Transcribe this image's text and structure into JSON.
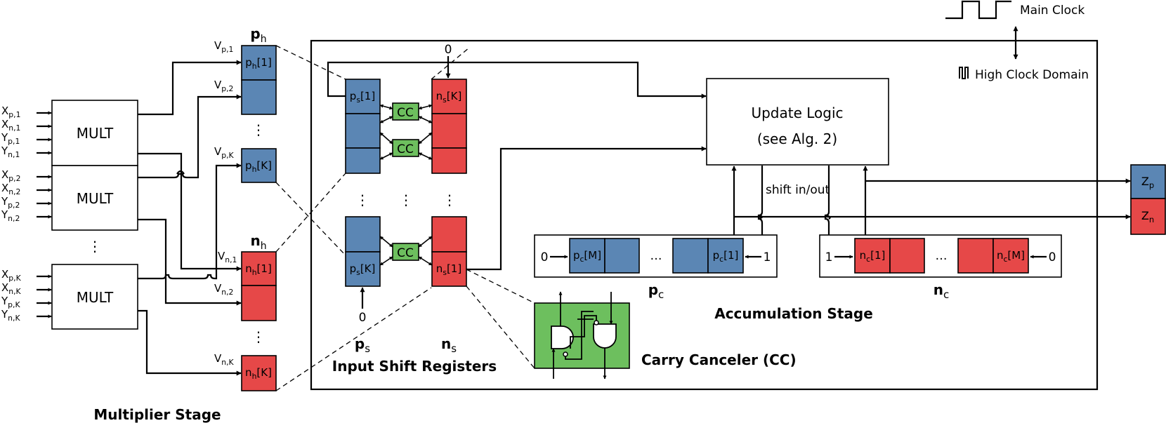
{
  "colors": {
    "positive": "#5b86b4",
    "negative": "#e64848",
    "cc": "#6dbf5e",
    "stroke": "#000000",
    "background": "#ffffff"
  },
  "clock": {
    "main_clock": "Main Clock",
    "high_clock_domain": "High Clock Domain"
  },
  "multiplier": {
    "stage_label": "Multiplier Stage",
    "mult_label": "MULT",
    "inputs_1": [
      [
        "X",
        "p,1"
      ],
      [
        "X",
        "n,1"
      ],
      [
        "Y",
        "p,1"
      ],
      [
        "Y",
        "n,1"
      ]
    ],
    "inputs_2": [
      [
        "X",
        "p,2"
      ],
      [
        "X",
        "n,2"
      ],
      [
        "Y",
        "p,2"
      ],
      [
        "Y",
        "n,2"
      ]
    ],
    "inputs_k": [
      [
        "X",
        "p,K"
      ],
      [
        "X",
        "n,K"
      ],
      [
        "Y",
        "p,K"
      ],
      [
        "Y",
        "n,K"
      ]
    ],
    "ellipsis": "⋮"
  },
  "holding": {
    "ph_title": "p",
    "ph_sub": "h",
    "nh_title": "n",
    "nh_sub": "h",
    "ph_1": [
      "p",
      "h",
      "[1]"
    ],
    "ph_k": [
      "p",
      "h",
      "[K]"
    ],
    "nh_1": [
      "n",
      "h",
      "[1]"
    ],
    "nh_k": [
      "n",
      "h",
      "[K]"
    ],
    "vp1": [
      "V",
      "p,1"
    ],
    "vp2": [
      "V",
      "p,2"
    ],
    "vpk": [
      "V",
      "p,K"
    ],
    "vn1": [
      "V",
      "n,1"
    ],
    "vn2": [
      "V",
      "n,2"
    ],
    "vnk": [
      "V",
      "n,K"
    ]
  },
  "shift": {
    "stage_label": "Input Shift Registers",
    "ps_title": "p",
    "ps_sub": "s",
    "ns_title": "n",
    "ns_sub": "s",
    "ps_1": [
      "p",
      "s",
      "[1]"
    ],
    "ps_k": [
      "p",
      "s",
      "[K]"
    ],
    "ns_k": [
      "n",
      "s",
      "[K]"
    ],
    "ns_1": [
      "n",
      "s",
      "[1]"
    ],
    "zero": "0",
    "cc": "CC",
    "ellipsis": "⋮"
  },
  "update": {
    "line1": "Update Logic",
    "line2": "(see Alg. 2)",
    "shift_in_out": "shift in/out"
  },
  "accumulation": {
    "stage_label": "Accumulation Stage",
    "pc_title": "p",
    "pc_sub": "c",
    "nc_title": "n",
    "nc_sub": "c",
    "pc_m": [
      "p",
      "c",
      "[M]"
    ],
    "pc_1": [
      "p",
      "c",
      "[1]"
    ],
    "nc_1": [
      "n",
      "c",
      "[1]"
    ],
    "nc_m": [
      "n",
      "c",
      "[M]"
    ],
    "pc_left_in": "0",
    "pc_right_in": "1",
    "nc_left_in": "1",
    "nc_right_in": "0",
    "dots": "…"
  },
  "carry_canceler": {
    "label": "Carry Canceler (CC)"
  },
  "outputs": {
    "zp": [
      "Z",
      "p"
    ],
    "zn": [
      "Z",
      "n"
    ]
  }
}
